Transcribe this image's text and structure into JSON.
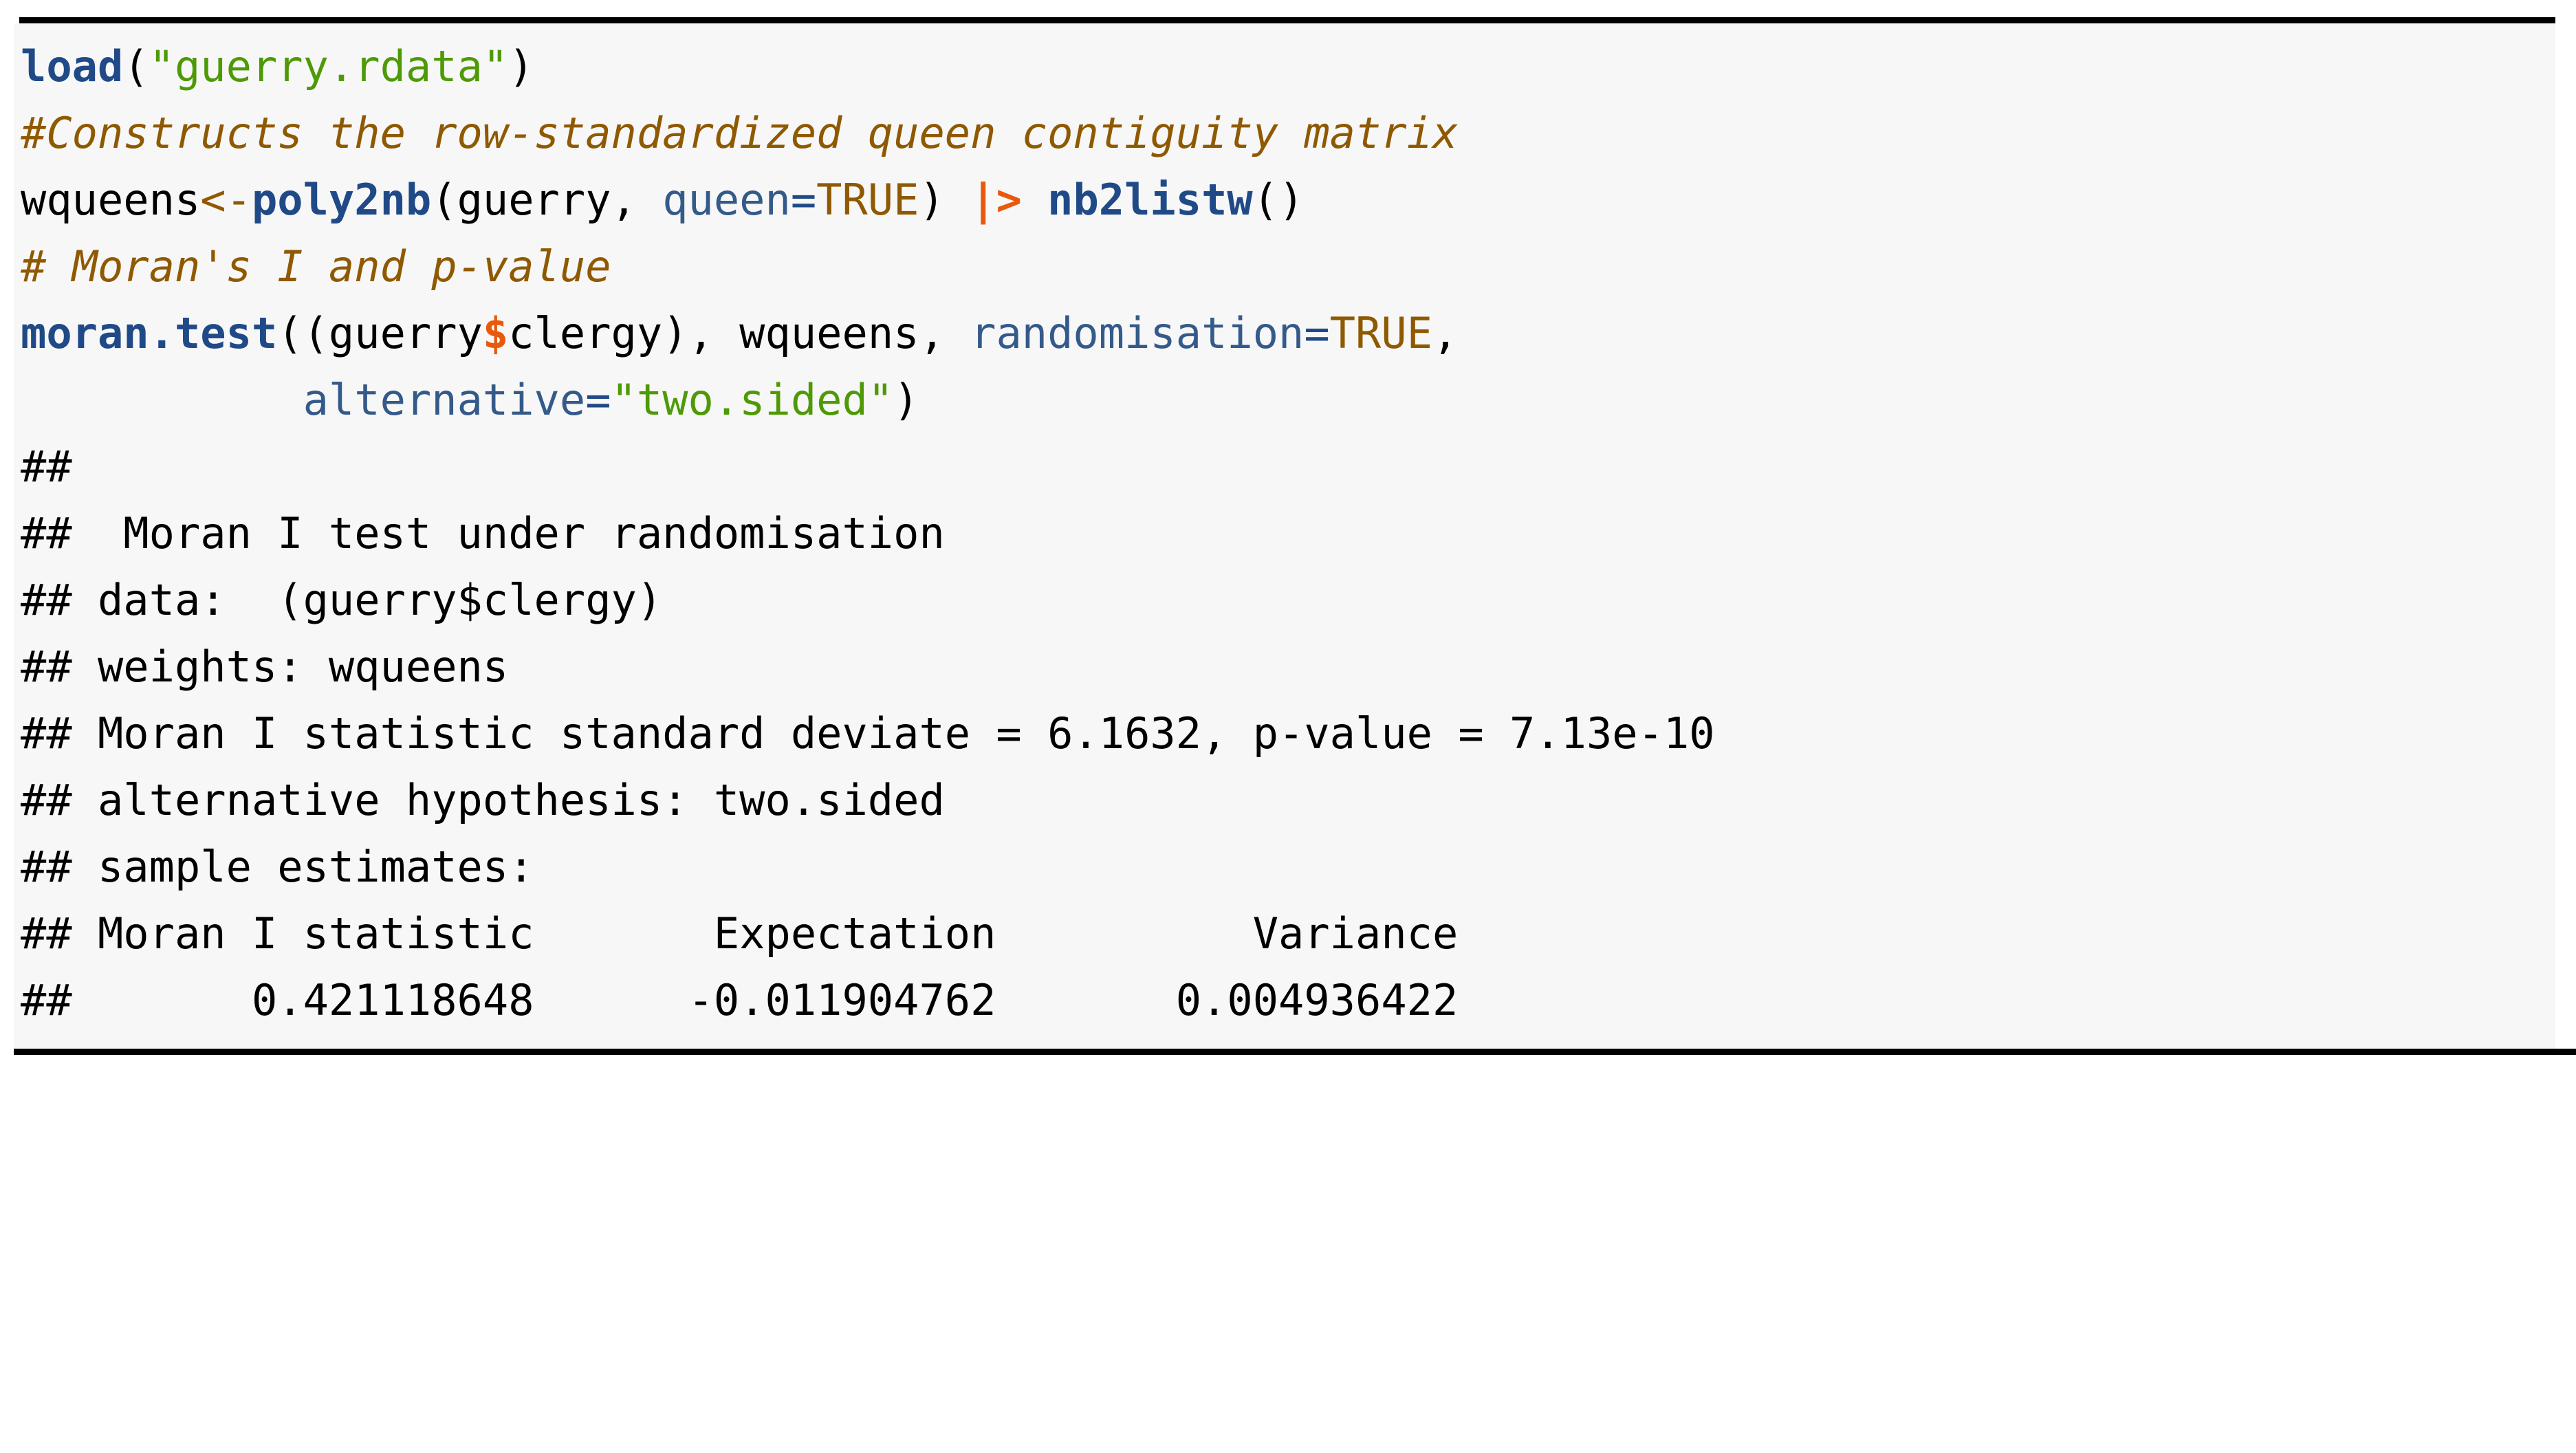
{
  "block": {
    "language": "r",
    "background_color": "#f7f7f7",
    "rule_color": "#000000",
    "colors": {
      "function": "#204a87",
      "string": "#4e9a06",
      "comment": "#8f5902",
      "argument": "#345a8a",
      "constant": "#8f5902",
      "operator": "#8f5902",
      "pipe": "#e8590c",
      "dollar": "#e8590c",
      "plain": "#000000"
    }
  },
  "code": {
    "line1": {
      "fn": "load",
      "paren_open": "(",
      "string": "\"guerry.rdata\"",
      "paren_close": ")"
    },
    "line2": {
      "comment": "#Constructs the row-standardized queen contiguity matrix"
    },
    "line3": {
      "var": "wqueens",
      "assign": "<-",
      "fn": "poly2nb",
      "args_open": "(guerry, ",
      "arg_name": "queen",
      "eq": "=",
      "const": "TRUE",
      "args_close": ")",
      "space": " ",
      "pipe": "|>",
      "space2": " ",
      "fn2": "nb2listw",
      "tail": "()"
    },
    "line4": {
      "comment": "# Moran's I and p-value"
    },
    "line5": {
      "fn": "moran.test",
      "args_open": "((guerry",
      "dollar": "$",
      "mid": "clergy), wqueens, ",
      "arg_name": "randomisation",
      "eq": "=",
      "const": "TRUE",
      "tail": ","
    },
    "line6": {
      "indent": "           ",
      "arg_name": "alternative",
      "eq": "=",
      "string": "\"two.sided\"",
      "tail": ")"
    }
  },
  "output": {
    "lines": [
      "##",
      "##  Moran I test under randomisation",
      "## data:  (guerry$clergy)",
      "## weights: wqueens",
      "## Moran I statistic standard deviate = 6.1632, p-value = 7.13e-10",
      "## alternative hypothesis: two.sided",
      "## sample estimates:",
      "## Moran I statistic       Expectation          Variance",
      "##       0.421118648      -0.011904762       0.004936422"
    ]
  },
  "results": {
    "test_name": "Moran I test under randomisation",
    "data": "(guerry$clergy)",
    "weights": "wqueens",
    "standard_deviate": "6.1632",
    "p_value": "7.13e-10",
    "alternative_hypothesis": "two.sided",
    "estimate_headers": [
      "Moran I statistic",
      "Expectation",
      "Variance"
    ],
    "estimate_values": [
      "0.421118648",
      "-0.011904762",
      "0.004936422"
    ]
  }
}
